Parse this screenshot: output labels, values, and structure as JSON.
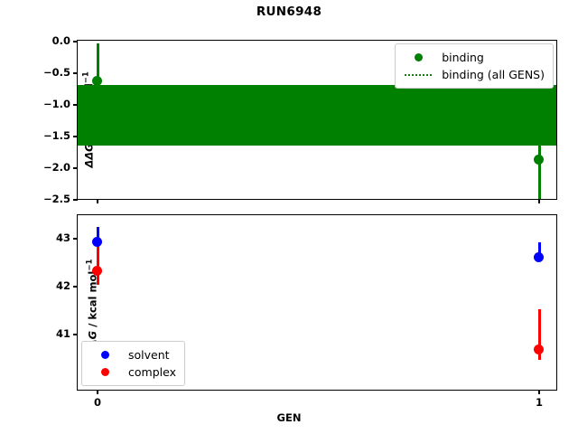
{
  "figure": {
    "title": "RUN6948",
    "xlabel": "GEN",
    "colors": {
      "binding_green": "#008000",
      "solvent_blue": "#0000ff",
      "complex_red": "#ff0000",
      "axis_black": "#000000"
    }
  },
  "top_panel": {
    "ylabel_main": "ΔΔG",
    "ylabel_units": " / kcal mol",
    "ylabel_exp": "−1",
    "yticks": [
      "0.0",
      "−0.5",
      "−1.0",
      "−1.5",
      "−2.0",
      "−2.5"
    ],
    "legend": [
      {
        "label": "binding",
        "marker": "circle-marker",
        "color": "#008000"
      },
      {
        "label": "binding (all GENS)",
        "marker": "dotted-line",
        "color": "#008000"
      }
    ]
  },
  "bottom_panel": {
    "ylabel_main": "ΔG",
    "ylabel_units": " / kcal mol",
    "ylabel_exp": "−1",
    "yticks": [
      "43",
      "42",
      "41"
    ],
    "legend": [
      {
        "label": "solvent",
        "marker": "circle-marker",
        "color": "#0000ff"
      },
      {
        "label": "complex",
        "marker": "circle-marker",
        "color": "#ff0000"
      }
    ]
  },
  "xticks": [
    "0",
    "1"
  ],
  "chart_data": [
    {
      "type": "scatter",
      "panel": "top",
      "title": "RUN6948",
      "xlabel": "GEN",
      "ylabel": "ΔΔG / kcal mol⁻¹",
      "x": [
        0,
        1
      ],
      "xlim": [
        -0.06,
        1.06
      ],
      "ylim": [
        -2.62,
        0.07
      ],
      "ytick_values": [
        0.0,
        -0.5,
        -1.0,
        -1.5,
        -2.0,
        -2.5
      ],
      "grid": false,
      "legend_position": "upper right",
      "series": [
        {
          "name": "binding",
          "color": "#008000",
          "values": [
            -0.62,
            -1.84
          ],
          "yerr_low": [
            -1.54,
            -2.43
          ],
          "yerr_high": [
            -0.07,
            -1.3
          ]
        },
        {
          "name": "binding (all GENS)",
          "color": "#008000",
          "style": "dotted-line-with-band",
          "mean": -1.12,
          "band_low": -1.64,
          "band_high": -0.69
        }
      ]
    },
    {
      "type": "scatter",
      "panel": "bottom",
      "xlabel": "GEN",
      "ylabel": "ΔG / kcal mol⁻¹",
      "x": [
        0,
        1
      ],
      "xlim": [
        -0.06,
        1.06
      ],
      "ylim": [
        40.22,
        43.3
      ],
      "ytick_values": [
        43,
        42,
        41
      ],
      "grid": false,
      "legend_position": "lower left",
      "series": [
        {
          "name": "solvent",
          "color": "#0000ff",
          "values": [
            42.94,
            42.62
          ],
          "yerr_low": [
            42.82,
            42.5
          ],
          "yerr_high": [
            43.07,
            42.75
          ]
        },
        {
          "name": "complex",
          "color": "#ff0000",
          "values": [
            42.34,
            40.77
          ],
          "yerr_low": [
            41.85,
            40.28
          ],
          "yerr_high": [
            42.84,
            41.34
          ]
        }
      ]
    }
  ]
}
